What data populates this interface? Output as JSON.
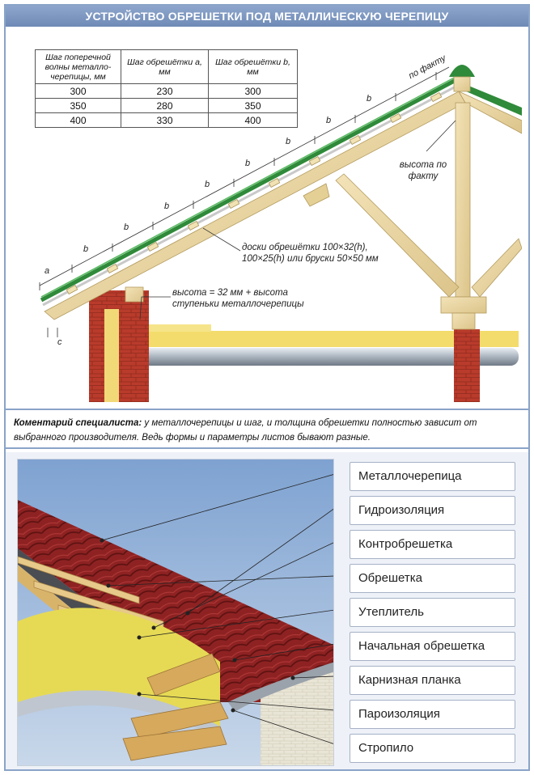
{
  "title": "УСТРОЙСТВО ОБРЕШЕТКИ ПОД МЕТАЛЛИЧЕСКУЮ ЧЕРЕПИЦУ",
  "table": {
    "headers": [
      "Шаг поперечной волны металло-черепицы, мм",
      "Шаг обрешётки a, мм",
      "Шаг обрешётки b, мм"
    ],
    "rows": [
      [
        "300",
        "230",
        "300"
      ],
      [
        "350",
        "280",
        "350"
      ],
      [
        "400",
        "330",
        "400"
      ]
    ]
  },
  "diagram": {
    "dim_a": "a",
    "dim_b": "b",
    "dim_c": "c",
    "by_fact": "по факту",
    "height_by_fact": "высота по факту",
    "battens_label": "доски обрешётки 100×32(h), 100×25(h) или бруски 50×50 мм",
    "height_formula": "высота = 32 мм + высота ступеньки металлочерепицы"
  },
  "comment": {
    "label": "Коментарий специалиста:",
    "text": " у металлочерепицы и шаг, и толщина обрешетки полностью зависит от выбранного производителя. Ведь формы и параметры листов бывают разные."
  },
  "legend": [
    "Металлочерепица",
    "Гидроизоляция",
    "Контробрешетка",
    "Обрешетка",
    "Утеплитель",
    "Начальная обрешетка",
    "Карнизная планка",
    "Пароизоляция",
    "Стропило"
  ],
  "colors": {
    "title_bg": "#7d97c0",
    "roof_green": "#2f8a3a",
    "wood": "#ecd9a6",
    "brick": "#b83a2a",
    "insulation": "#f3dc6b",
    "tile_red": "#8e2222"
  }
}
